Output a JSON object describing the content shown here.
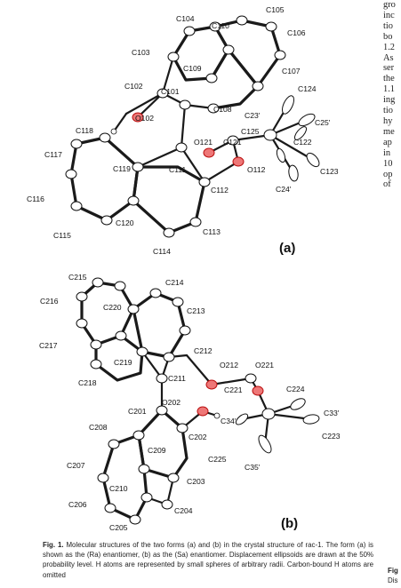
{
  "panel_a": {
    "label": "(a)",
    "atoms": [
      "C104",
      "C105",
      "C110",
      "C106",
      "C103",
      "C109",
      "C107",
      "C102",
      "C101",
      "C124",
      "O102",
      "C108",
      "C23'",
      "C25'",
      "C118",
      "O121",
      "C121",
      "C125",
      "C122",
      "C117",
      "C119",
      "C111",
      "O112",
      "C123",
      "C112",
      "C24'",
      "C116",
      "C120",
      "C113",
      "C115",
      "C114"
    ]
  },
  "panel_b": {
    "label": "(b)",
    "atoms": [
      "C215",
      "C214",
      "C216",
      "C220",
      "C213",
      "C217",
      "C212",
      "C219",
      "O212",
      "O221",
      "C218",
      "C211",
      "C224",
      "C221",
      "O202",
      "C201",
      "C34'",
      "C33'",
      "C208",
      "C202",
      "C209",
      "C223",
      "C207",
      "C225",
      "C203",
      "C35'",
      "C210",
      "C206",
      "C204",
      "C205"
    ]
  },
  "right_column_text": [
    "gro",
    "inc",
    "tio",
    "bo",
    "1.2",
    "As",
    "ser",
    "the",
    "1.1",
    "ing",
    "tio",
    "hy",
    "me",
    "ap",
    "in",
    "10",
    "op",
    "of"
  ],
  "caption": {
    "label": "Fig. 1.",
    "text": "Molecular structures of the two forms (a) and (b) in the crystal structure of rac-1. The form (a) is shown as the (Ra) enantiomer, (b) as the (Sa) enantiomer. Displacement ellipsoids are drawn at the 50% probability level. H atoms are represented by small spheres of arbitrary radii. Carbon-bound H atoms are omitted"
  },
  "right_caption": {
    "label": "Fig",
    "text": "Dis"
  }
}
